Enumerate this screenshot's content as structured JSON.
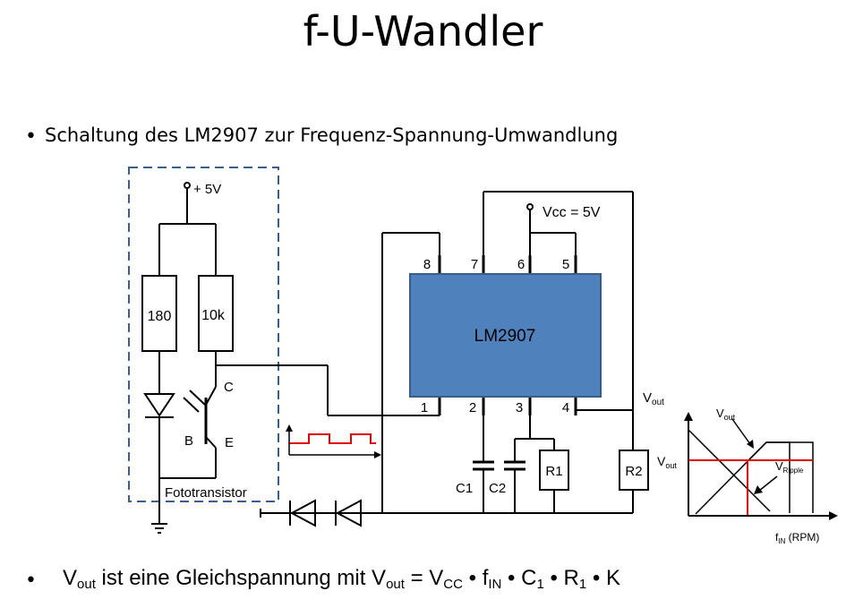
{
  "title": "f-U-Wandler",
  "bullets": {
    "first": "Schaltung des LM2907 zur Frequenz-Spannung-Umwandlung",
    "second": {
      "v": "V",
      "out": "out",
      "text1": " ist eine Gleichspannung mit V",
      "eq": " = V",
      "cc": "CC",
      "dot1": " • f",
      "in": "IN",
      "dot2": " • C",
      "c_sub": "1",
      "dot3": " • R",
      "r_sub": "1",
      "tail": " • K"
    }
  },
  "circuit": {
    "supply_left": "+ 5V",
    "supply_right": "Vcc = 5V",
    "resistor_180": "180",
    "resistor_10k": "10k",
    "transistor_c": "C",
    "transistor_b": "B",
    "transistor_e": "E",
    "phototransistor_label": "Fototransistor",
    "ic_label": "LM2907",
    "pins": [
      "1",
      "2",
      "3",
      "4",
      "5",
      "6",
      "7",
      "8"
    ],
    "c1": "C1",
    "c2": "C2",
    "r1": "R1",
    "r2": "R2",
    "vout_main": "V",
    "vout_main_sub": "out"
  },
  "graph": {
    "vout_top": "V",
    "vout_top_sub": "out",
    "vout_left": "V",
    "vout_left_sub": "out",
    "vripple": "V",
    "vripple_sub": "Ripple",
    "xlabel": "f",
    "xlabel_sub": "IN",
    "xlabel_tail": " (RPM)"
  },
  "colors": {
    "ic_fill": "#4f81bd",
    "ic_stroke": "#385d8a",
    "dashed_box": "#385d8a",
    "signal": "#e00000",
    "graph_red": "#e00000"
  }
}
